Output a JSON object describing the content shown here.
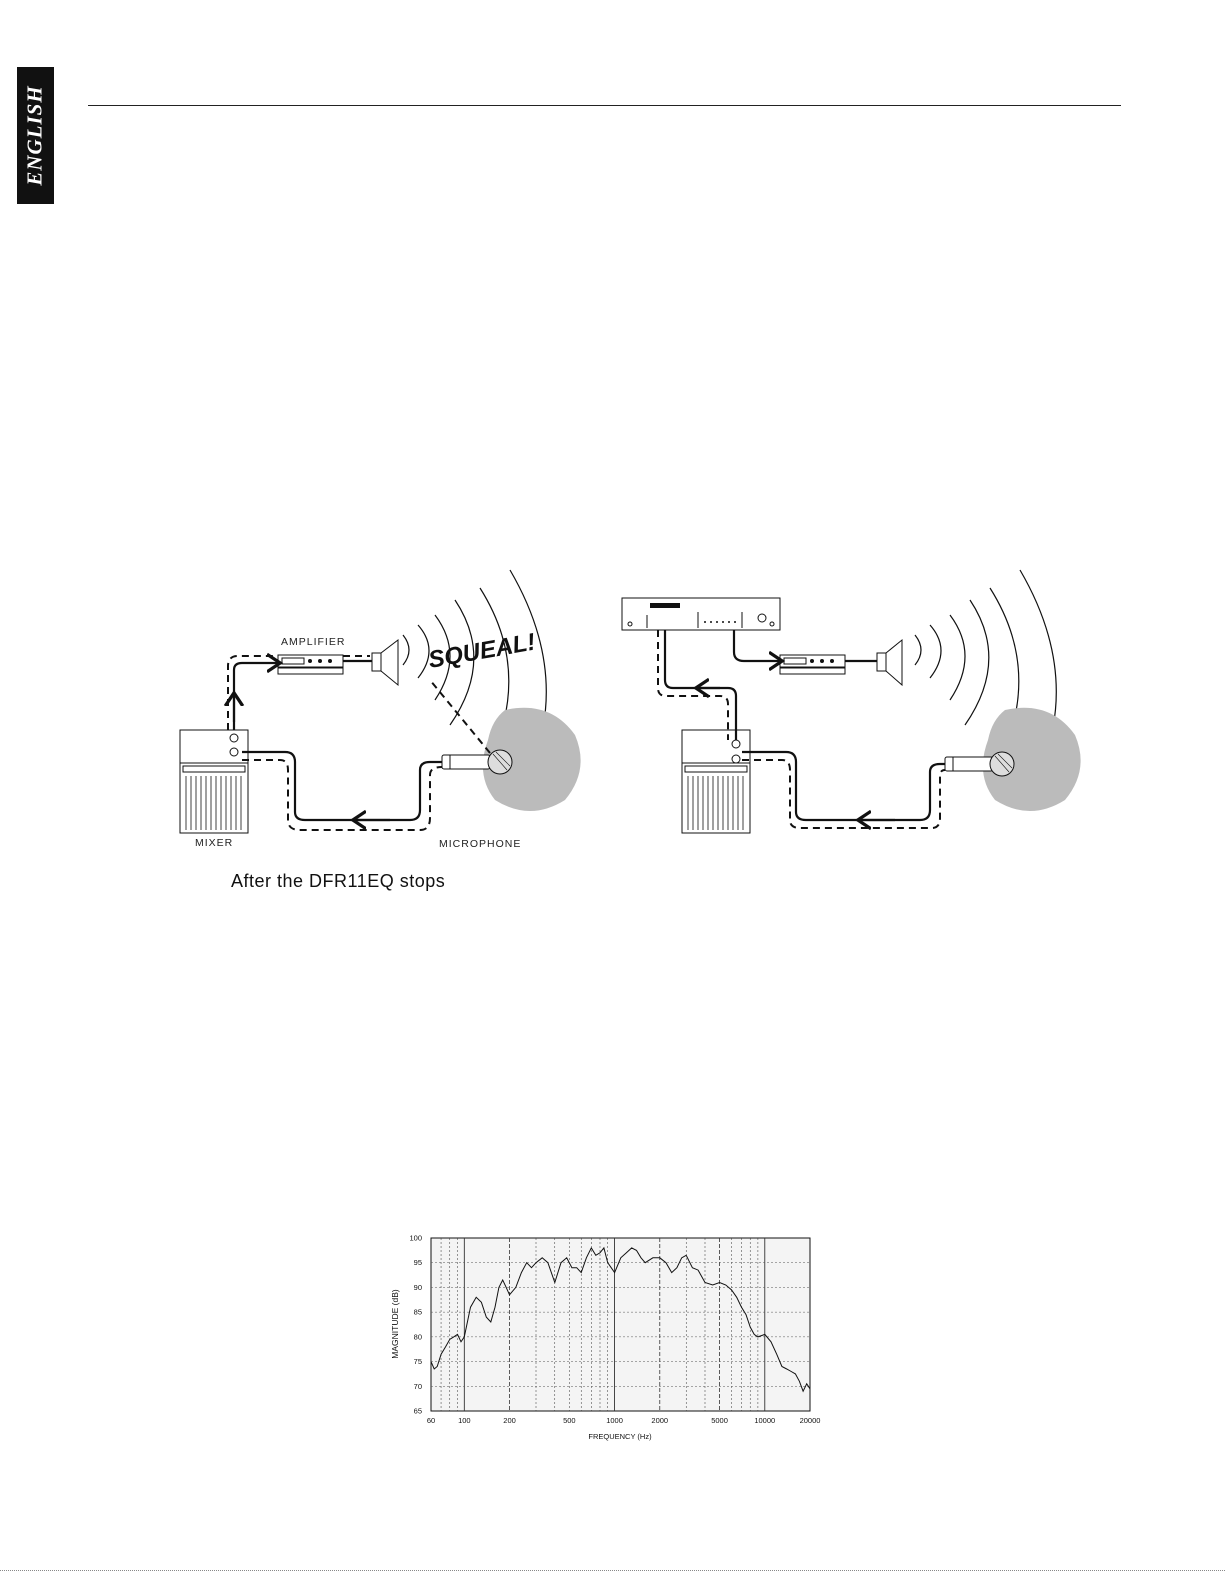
{
  "sidebar": {
    "language_tab": "ENGLISH"
  },
  "figure1": {
    "labels": {
      "amplifier": "AMPLIFIER",
      "squeal": "SQUEAL!",
      "mixer": "MIXER",
      "microphone": "MICROPHONE"
    },
    "caption": "After the DFR11EQ stops"
  },
  "chart_data": {
    "type": "line",
    "title": "",
    "xlabel": "FREQUENCY (Hz)",
    "ylabel": "MAGNITUDE (dB)",
    "xscale": "log",
    "xlim": [
      60,
      20000
    ],
    "ylim": [
      65,
      100
    ],
    "grid": true,
    "x_ticks": [
      "60",
      "100",
      "200",
      "500",
      "1000",
      "2000",
      "5000",
      "10000",
      "20000"
    ],
    "y_ticks": [
      "100",
      "95",
      "90",
      "85",
      "80",
      "75",
      "70",
      "65"
    ],
    "series": [
      {
        "x": [
          60,
          63,
          66,
          70,
          75,
          80,
          85,
          90,
          95,
          100,
          110,
          120,
          130,
          140,
          150,
          160,
          170,
          180,
          190,
          200,
          220,
          240,
          260,
          280,
          300,
          330,
          360,
          400,
          440,
          480,
          520,
          560,
          600,
          650,
          700,
          750,
          800,
          850,
          900,
          950,
          1000,
          1100,
          1200,
          1300,
          1400,
          1500,
          1600,
          1800,
          2000,
          2200,
          2400,
          2600,
          2800,
          3000,
          3300,
          3600,
          4000,
          4500,
          5000,
          5500,
          6000,
          6500,
          7000,
          7500,
          8000,
          8500,
          9000,
          10000,
          11000,
          12000,
          13000,
          14000,
          15000,
          16000,
          17000,
          18000,
          19000,
          20000
        ],
        "y": [
          75,
          73.5,
          74,
          76.5,
          78,
          79.5,
          80,
          80.5,
          79,
          80,
          86,
          88,
          87,
          84,
          83,
          86,
          90,
          91.5,
          90,
          88.5,
          90,
          93,
          95,
          94,
          95,
          96,
          95,
          91,
          95,
          96,
          94,
          94,
          93,
          96,
          98,
          96.5,
          97,
          98,
          95,
          94,
          93,
          96,
          97,
          98,
          97.5,
          96,
          95,
          96,
          96,
          95,
          93,
          94,
          96,
          96.5,
          94,
          93.5,
          91,
          90.5,
          91,
          90.5,
          89.5,
          88,
          86,
          84.5,
          82,
          80.5,
          80,
          80.5,
          79,
          76.5,
          74,
          73.5,
          73,
          72.5,
          71,
          69,
          70.5,
          69.5
        ]
      }
    ]
  }
}
